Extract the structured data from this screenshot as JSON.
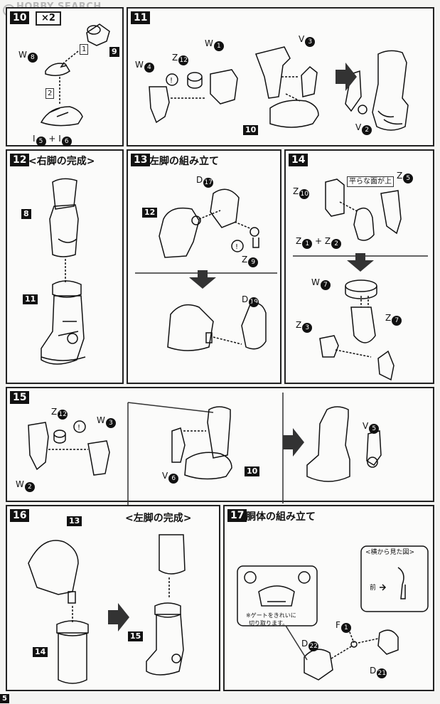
{
  "watermark": "HOBBY SEARCH",
  "page_number": "5",
  "step10": {
    "num": "10",
    "count": "×2",
    "parts": [
      "W8",
      "9",
      "I5 + I6"
    ],
    "order": [
      "1",
      "2"
    ]
  },
  "step11": {
    "num": "11",
    "parts": [
      "W4",
      "Z12",
      "W1",
      "V3",
      "10",
      "V2"
    ]
  },
  "step12": {
    "num": "12",
    "title": "<右脚の完成>",
    "parts": [
      "8",
      "11"
    ]
  },
  "step13": {
    "num": "13",
    "title": "左脚の組み立て",
    "parts": [
      "D17",
      "12",
      "Z9",
      "D19"
    ]
  },
  "step14": {
    "num": "14",
    "note": "平らな面が上",
    "parts": [
      "Z10",
      "Z5",
      "Z1 + Z2",
      "W7",
      "Z3",
      "Z7"
    ]
  },
  "step15": {
    "num": "15",
    "parts": [
      "Z12",
      "W3",
      "W2",
      "V6",
      "10",
      "V5"
    ]
  },
  "step16": {
    "num": "16",
    "title": "<左脚の完成>",
    "parts": [
      "13",
      "14",
      "15"
    ]
  },
  "step17": {
    "num": "17",
    "title": "胴体の組み立て",
    "inset_title": "<横から見た図>",
    "front": "前",
    "gate_note": [
      "※ゲートをきれいに",
      "切り取ります。"
    ],
    "parts": [
      "F1",
      "D22",
      "D21"
    ]
  }
}
